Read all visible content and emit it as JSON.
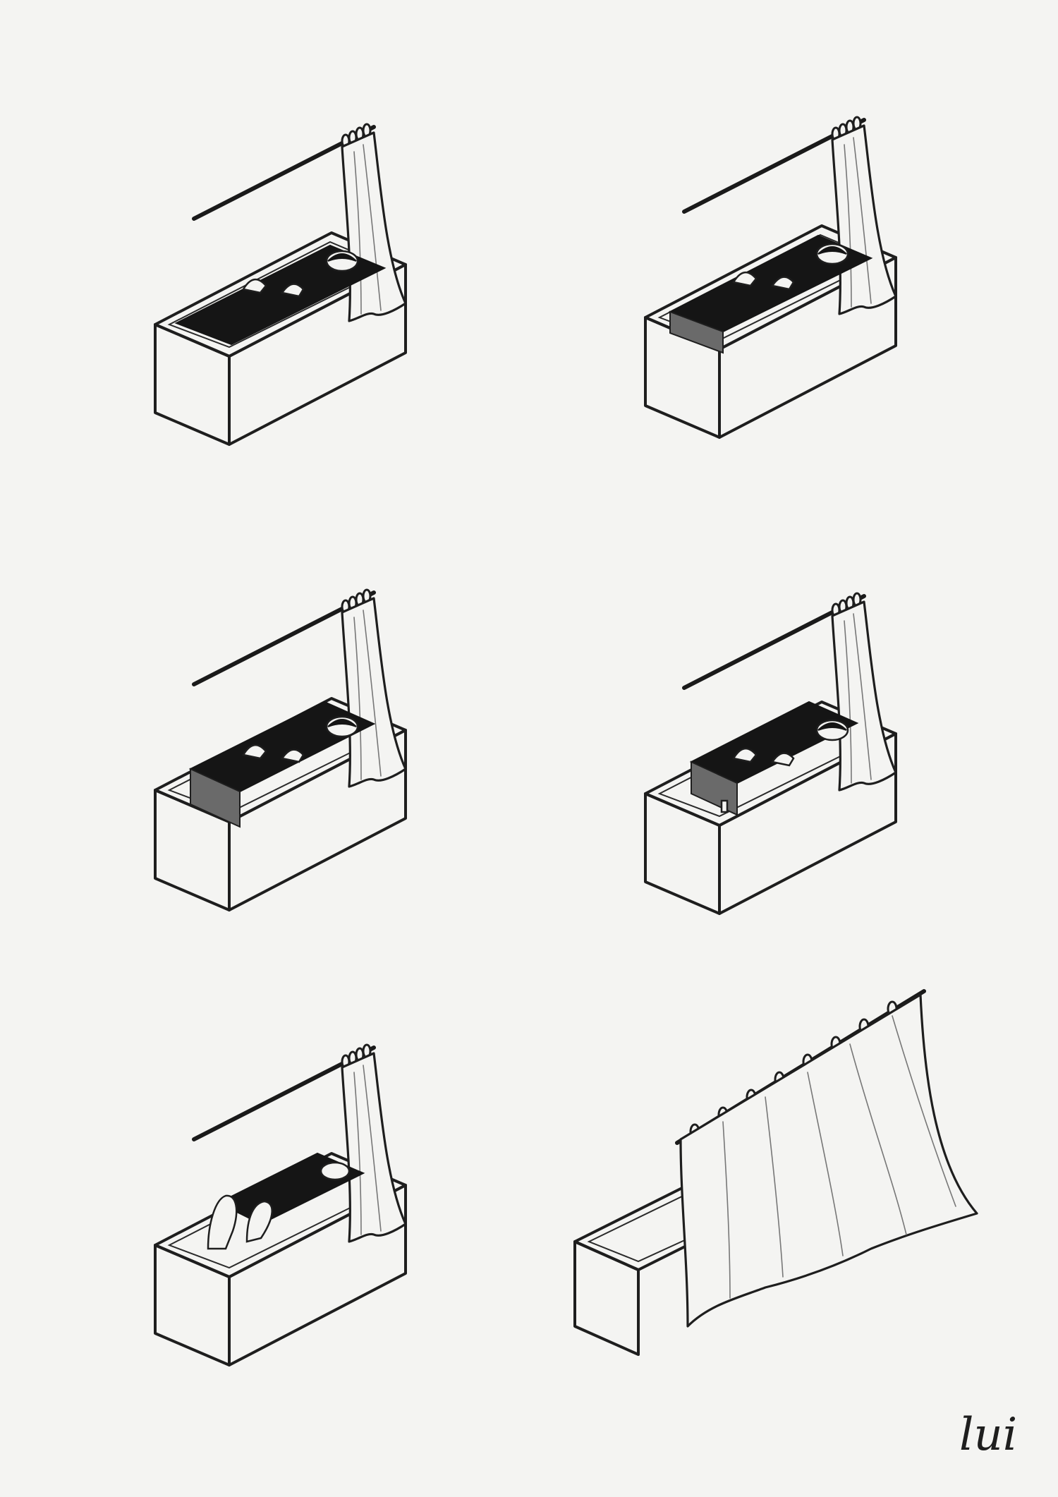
{
  "sheet": {
    "background": "#f4f4f2",
    "ink": "#1e1e1e",
    "water": "#151515"
  },
  "panels": [
    {
      "id": 1,
      "water_level": 1.0,
      "figure_visible": true
    },
    {
      "id": 2,
      "water_level": 0.88,
      "figure_visible": true
    },
    {
      "id": 3,
      "water_level": 0.72,
      "figure_visible": true
    },
    {
      "id": 4,
      "water_level": 0.55,
      "figure_visible": true
    },
    {
      "id": 5,
      "water_level": 0.35,
      "figure_visible": true
    },
    {
      "id": 6,
      "water_level": 0.0,
      "figure_visible": false,
      "curtain_closed": true
    }
  ],
  "signature": "lui"
}
